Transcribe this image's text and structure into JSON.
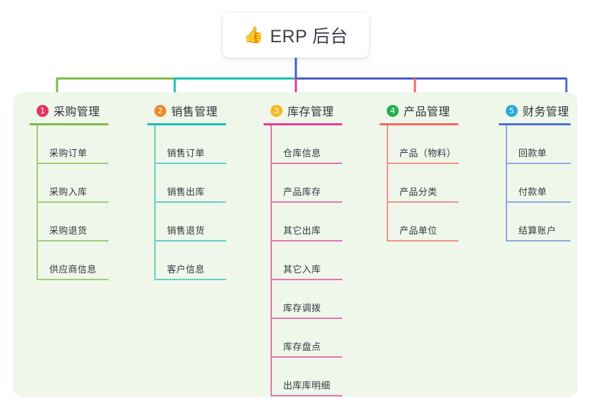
{
  "root": {
    "icon": "thumbs-up-icon",
    "emoji": "👍",
    "title": "ERP 后台"
  },
  "panel": {
    "background": "#eef7ea"
  },
  "connector_colors": {
    "trunk": "#4b58c8",
    "bar_left": "#7fba45",
    "bar_mid": "#18bfb4",
    "bar_right": "#4b58c8"
  },
  "columns": [
    {
      "number": "1",
      "title": "采购管理",
      "badge_color": "#e8335c",
      "rule_color": "#7fba45",
      "line_color": "#9fcb7a",
      "spine_color": "#9fcb7a",
      "drop_color": "#7fba45",
      "items": [
        {
          "label": "采购订单"
        },
        {
          "label": "采购入库"
        },
        {
          "label": "采购退货"
        },
        {
          "label": "供应商信息"
        }
      ]
    },
    {
      "number": "2",
      "title": "销售管理",
      "badge_color": "#f0862a",
      "rule_color": "#18bfb4",
      "line_color": "#68cdc6",
      "spine_color": "#68cdc6",
      "drop_color": "#18bfb4",
      "items": [
        {
          "label": "销售订单"
        },
        {
          "label": "销售出库"
        },
        {
          "label": "销售退货"
        },
        {
          "label": "客户信息"
        }
      ]
    },
    {
      "number": "3",
      "title": "库存管理",
      "badge_color": "#f5b920",
      "rule_color": "#e8399a",
      "line_color": "#e874b0",
      "spine_color": "#e874b0",
      "drop_color": "#e8399a",
      "items": [
        {
          "label": "仓库信息"
        },
        {
          "label": "产品库存"
        },
        {
          "label": "其它出库"
        },
        {
          "label": "其它入库"
        },
        {
          "label": "库存调拨"
        },
        {
          "label": "库存盘点"
        },
        {
          "label": "出库库明细"
        }
      ]
    },
    {
      "number": "4",
      "title": "产品管理",
      "badge_color": "#22b24c",
      "rule_color": "#f4675f",
      "line_color": "#f39189",
      "spine_color": "#f39189",
      "drop_color": "#f4675f",
      "items": [
        {
          "label": "产品（物料）"
        },
        {
          "label": "产品分类"
        },
        {
          "label": "产品单位"
        }
      ]
    },
    {
      "number": "5",
      "title": "财务管理",
      "badge_color": "#29a8dd",
      "rule_color": "#4b6fd0",
      "line_color": "#90a8e3",
      "spine_color": "#90a8e3",
      "drop_color": "#4b6fd0",
      "items": [
        {
          "label": "回款单"
        },
        {
          "label": "付款单"
        },
        {
          "label": "结算账户"
        }
      ]
    }
  ]
}
